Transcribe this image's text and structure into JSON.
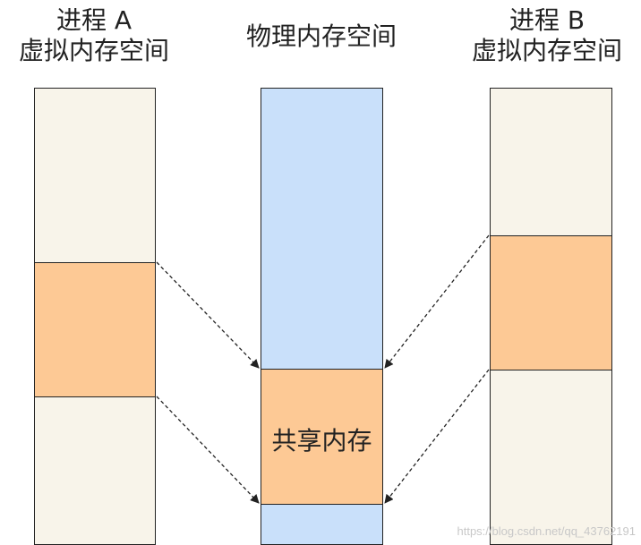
{
  "process_a": {
    "line1_text": "进程 ",
    "line1_letter": "A",
    "line2": "虚拟内存空间"
  },
  "physical": {
    "title": "物理内存空间",
    "shared_label": "共享内存"
  },
  "process_b": {
    "line1_text": "进程 ",
    "line1_letter": "B",
    "line2": "虚拟内存空间"
  },
  "watermark": "https://blog.csdn.net/qq_43762191",
  "colors": {
    "virtual_bg": "#f8f4ea",
    "shared_orange": "#fdc995",
    "physical_blue": "#c9e0fa",
    "outline": "#222222"
  }
}
